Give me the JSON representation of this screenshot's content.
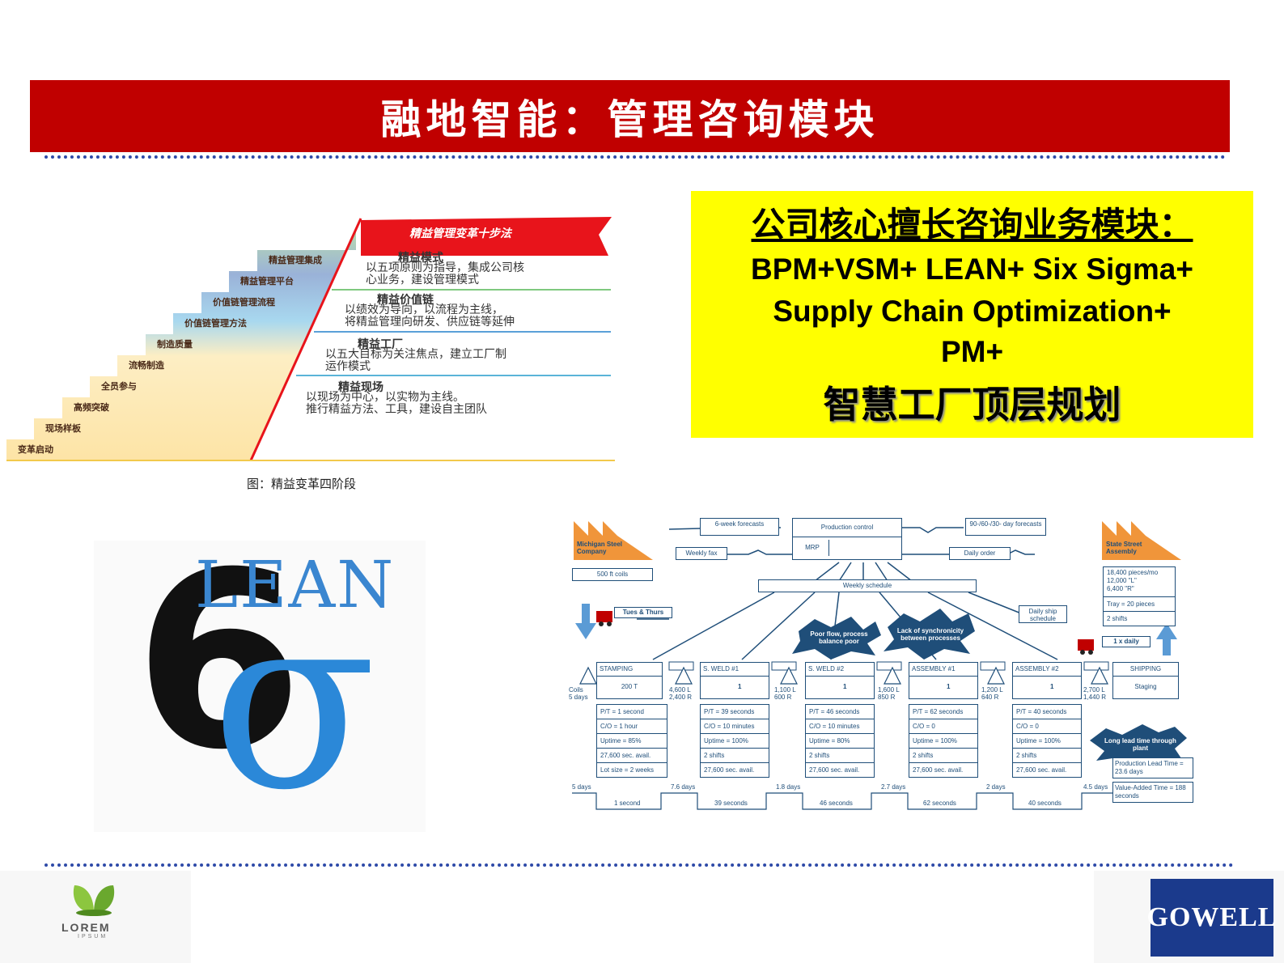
{
  "header": {
    "title": "融地智能：管理咨询模块"
  },
  "staircase": {
    "flag_title": "精益管理变革十步法",
    "steps": [
      "变革启动",
      "现场样板",
      "高频突破",
      "全员参与",
      "流畅制造",
      "制造质量",
      "价值链管理方法",
      "价值链管理流程",
      "精益管理平台",
      "精益管理集成"
    ],
    "stages": [
      {
        "title": "精益模式",
        "desc": [
          "以五项原则为指导，集成公司核",
          "心业务，建设管理模式"
        ]
      },
      {
        "title": "精益价值链",
        "desc": [
          "以绩效为导向，以流程为主线，",
          "将精益管理向研发、供应链等延伸"
        ]
      },
      {
        "title": "精益工厂",
        "desc": [
          "以五大目标为关注焦点，建立工厂制",
          "运作模式"
        ]
      },
      {
        "title": "精益现场",
        "desc": [
          "以现场为中心，以实物为主线。",
          "推行精益方法、工具，建设自主团队"
        ]
      }
    ],
    "caption": "图：精益变革四阶段"
  },
  "core_box": {
    "heading": "公司核心擅长咨询业务模块：",
    "line1": "BPM+VSM+ LEAN+ Six Sigma+",
    "line2": "Supply Chain Optimization+",
    "line3": "PM+",
    "line4": "智慧工厂顶层规划"
  },
  "lean_logo": {
    "word": "LEAN",
    "digit": "6",
    "sigma": "σ"
  },
  "vsm": {
    "supplier": "Michigan Steel Company",
    "customer": "State Street Assembly",
    "forecast_left": "6-week forecasts",
    "production_control": "Production control",
    "mrp": "MRP",
    "forecast_right": "90-/60-/30- day forecasts",
    "weekly_fax": "Weekly fax",
    "daily_order": "Daily order",
    "coils": "500 ft coils",
    "weekly_schedule": "Weekly schedule",
    "customer_data": [
      "18,400 pieces/mo",
      "12,000 \"L\"",
      "6,400 \"R\"",
      "Tray = 20 pieces",
      "2 shifts"
    ],
    "truck_left": "Tues & Thurs",
    "daily_ship": "Daily ship schedule",
    "truck_right": "1 x daily",
    "kaizen1": "Poor flow, process balance poor",
    "kaizen2": "Lack of synchronicity between processes",
    "kaizen3": "Long lead time through plant",
    "processes": [
      {
        "name": "STAMPING",
        "body": "200 T",
        "data": [
          "P/T = 1 second",
          "C/O = 1 hour",
          "Uptime = 85%",
          "27,600 sec. avail.",
          "Lot size = 2 weeks"
        ]
      },
      {
        "name": "S. WELD #1",
        "body": "1",
        "data": [
          "P/T = 39 seconds",
          "C/O = 10 minutes",
          "Uptime = 100%",
          "2 shifts",
          "27,600 sec. avail."
        ]
      },
      {
        "name": "S. WELD #2",
        "body": "1",
        "data": [
          "P/T = 46 seconds",
          "C/O = 10 minutes",
          "Uptime = 80%",
          "2 shifts",
          "27,600 sec. avail."
        ]
      },
      {
        "name": "ASSEMBLY #1",
        "body": "1",
        "data": [
          "P/T = 62 seconds",
          "C/O = 0",
          "Uptime = 100%",
          "2 shifts",
          "27,600 sec. avail."
        ]
      },
      {
        "name": "ASSEMBLY #2",
        "body": "1",
        "data": [
          "P/T = 40 seconds",
          "C/O = 0",
          "Uptime = 100%",
          "2 shifts",
          "27,600 sec. avail."
        ]
      },
      {
        "name": "SHIPPING",
        "body": "Staging",
        "data": []
      }
    ],
    "inventories": [
      [
        "Coils",
        "5 days"
      ],
      [
        "4,600 L",
        "2,400 R"
      ],
      [
        "1,100 L",
        "600 R"
      ],
      [
        "1,600 L",
        "850 R"
      ],
      [
        "1,200 L",
        "640 R"
      ],
      [
        "2,700 L",
        "1,440 R"
      ]
    ],
    "timeline_days": [
      "5 days",
      "7.6 days",
      "1.8 days",
      "2.7 days",
      "2 days",
      "4.5 days"
    ],
    "timeline_secs": [
      "1 second",
      "39 seconds",
      "46 seconds",
      "62 seconds",
      "40 seconds"
    ],
    "lead_time": "Production Lead Time = 23.6 days",
    "value_added": "Value-Added Time = 188 seconds"
  },
  "footer": {
    "logo_left_line1": "LOREM",
    "logo_left_line2": "IPSUM",
    "logo_right": "GOWELL"
  }
}
